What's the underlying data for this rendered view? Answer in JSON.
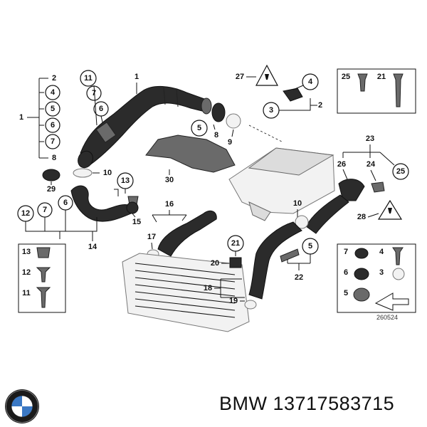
{
  "diagram_id": "260524",
  "footer": {
    "brand_logo_text": "BMW",
    "part_label": "BMW 13717583715"
  },
  "callouts": {
    "c1": "1",
    "c2": "2",
    "c4": "4",
    "c5": "5",
    "c6": "6",
    "c7": "7",
    "c8": "8",
    "c11": "11",
    "c12": "12",
    "c13": "13",
    "c14": "14",
    "c15": "15",
    "c16": "16",
    "c17": "17",
    "c18": "18",
    "c19": "19",
    "c20": "20",
    "c21": "21",
    "c22": "22",
    "c23": "23",
    "c24": "24",
    "c25": "25",
    "c26": "26",
    "c27": "27",
    "c28": "28",
    "c29": "29",
    "c3": "3",
    "c9": "9",
    "c10": "10",
    "c30": "30"
  }
}
